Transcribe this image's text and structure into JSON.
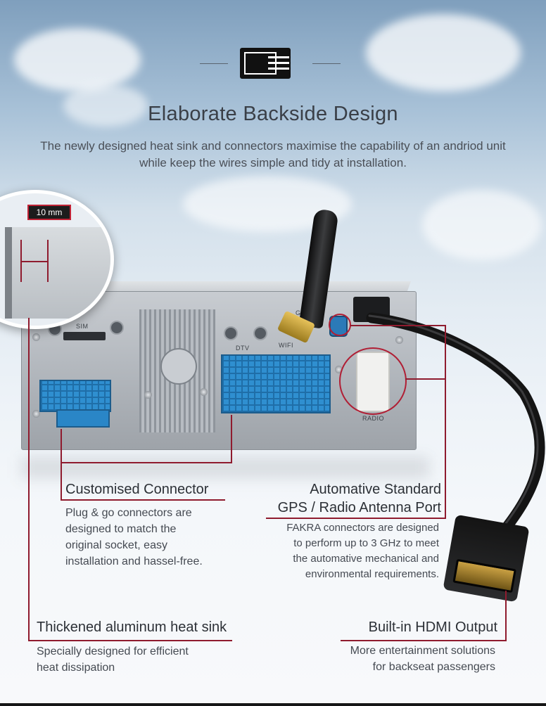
{
  "zoom_label": "10 mm",
  "title": "Elaborate Backside Design",
  "subtitle": "The newly designed heat sink and connectors maximise the capability of an andriod unit while keep the wires simple and tidy at installation.",
  "unit_labels": {
    "sim": "SIM",
    "dtv": "DTV",
    "gps": "GPS",
    "wifi": "WIFI",
    "radio": "RADIO"
  },
  "features": {
    "connector": {
      "title": "Customised Connector",
      "body": [
        "Plug & go connectors are",
        "designed to match the",
        "original socket, easy",
        "installation and hassel-free."
      ]
    },
    "antenna": {
      "title": [
        "Automative Standard",
        "GPS / Radio Antenna Port"
      ],
      "body": [
        "FAKRA connectors are designed",
        "to perform up to 3 GHz to meet",
        "the automative mechanical and",
        "environmental requirements."
      ]
    },
    "heatsink": {
      "title": "Thickened aluminum heat sink",
      "body": [
        "Specially designed for efficient",
        "heat dissipation"
      ]
    },
    "hdmi": {
      "title": "Built-in HDMI Output",
      "body": [
        "More entertainment solutions",
        "for backseat passengers"
      ]
    }
  },
  "colors": {
    "accent_line": "#8f1b2e",
    "port_blue": "#2f8fd0",
    "text_dark": "#2c3036"
  },
  "icons": [
    "backside-badge-icon"
  ]
}
